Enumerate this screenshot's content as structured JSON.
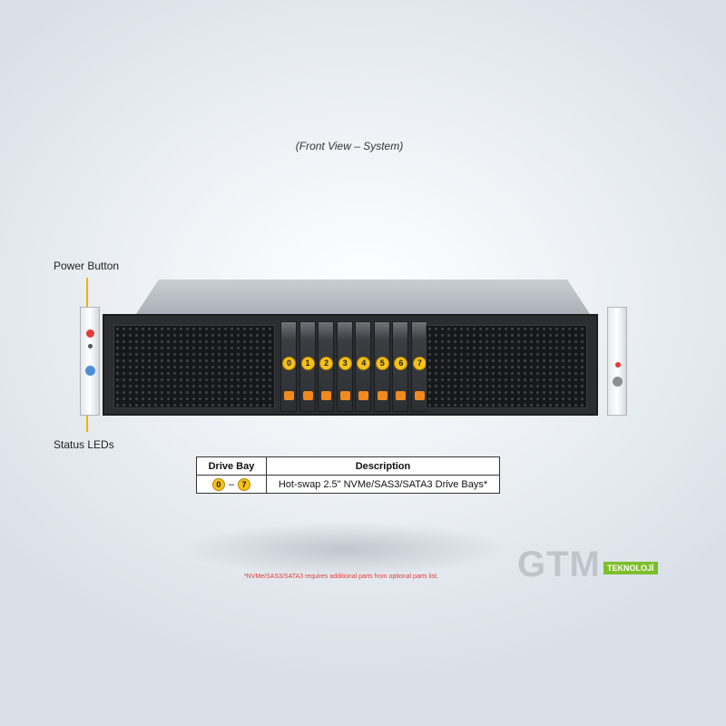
{
  "view_title": "(Front View – System)",
  "callouts": {
    "power_button": "Power Button",
    "status_leds": "Status LEDs"
  },
  "drive_bays": [
    "0",
    "1",
    "2",
    "3",
    "4",
    "5",
    "6",
    "7"
  ],
  "table": {
    "headers": [
      "Drive Bay",
      "Description"
    ],
    "row": {
      "range_start": "0",
      "range_sep": "–",
      "range_end": "7",
      "description": "Hot-swap 2.5\" NVMe/SAS3/SATA3 Drive Bays*"
    }
  },
  "footnote": "*NVMe/SAS3/SATA3 requires additional parts from optional parts list.",
  "logo": {
    "main": "GTM",
    "tag": "TEKNOLOJİ"
  },
  "colors": {
    "callout": "#f0b400",
    "badge": "#f6c21a",
    "latch": "#f08a1e",
    "footnote": "#e23b3b",
    "logo_tag": "#7cbf2b"
  }
}
